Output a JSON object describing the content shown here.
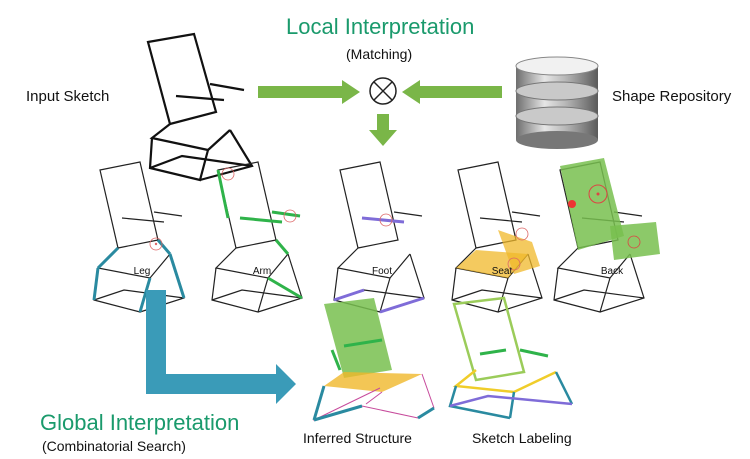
{
  "header": {
    "title": "Local Interpretation",
    "subtitle": "(Matching)"
  },
  "input_label": "Input Sketch",
  "repository_label": "Shape Repository",
  "parts": [
    "Leg",
    "Arm",
    "Foot",
    "Seat",
    "Back"
  ],
  "footer": {
    "title": "Global Interpretation",
    "subtitle": "(Combinatorial Search)"
  },
  "results": {
    "inferred": "Inferred Structure",
    "labeling": "Sketch Labeling"
  },
  "colors": {
    "title_green": "#1a9a6c",
    "arrow_green": "#7ab648",
    "arrow_teal": "#3a9bb8",
    "part_leg": "#2a8aa0",
    "part_arm": "#2fb34a",
    "part_foot": "#7f6cd8",
    "part_seat": "#f0b82a",
    "part_back": "#78bf4f"
  }
}
